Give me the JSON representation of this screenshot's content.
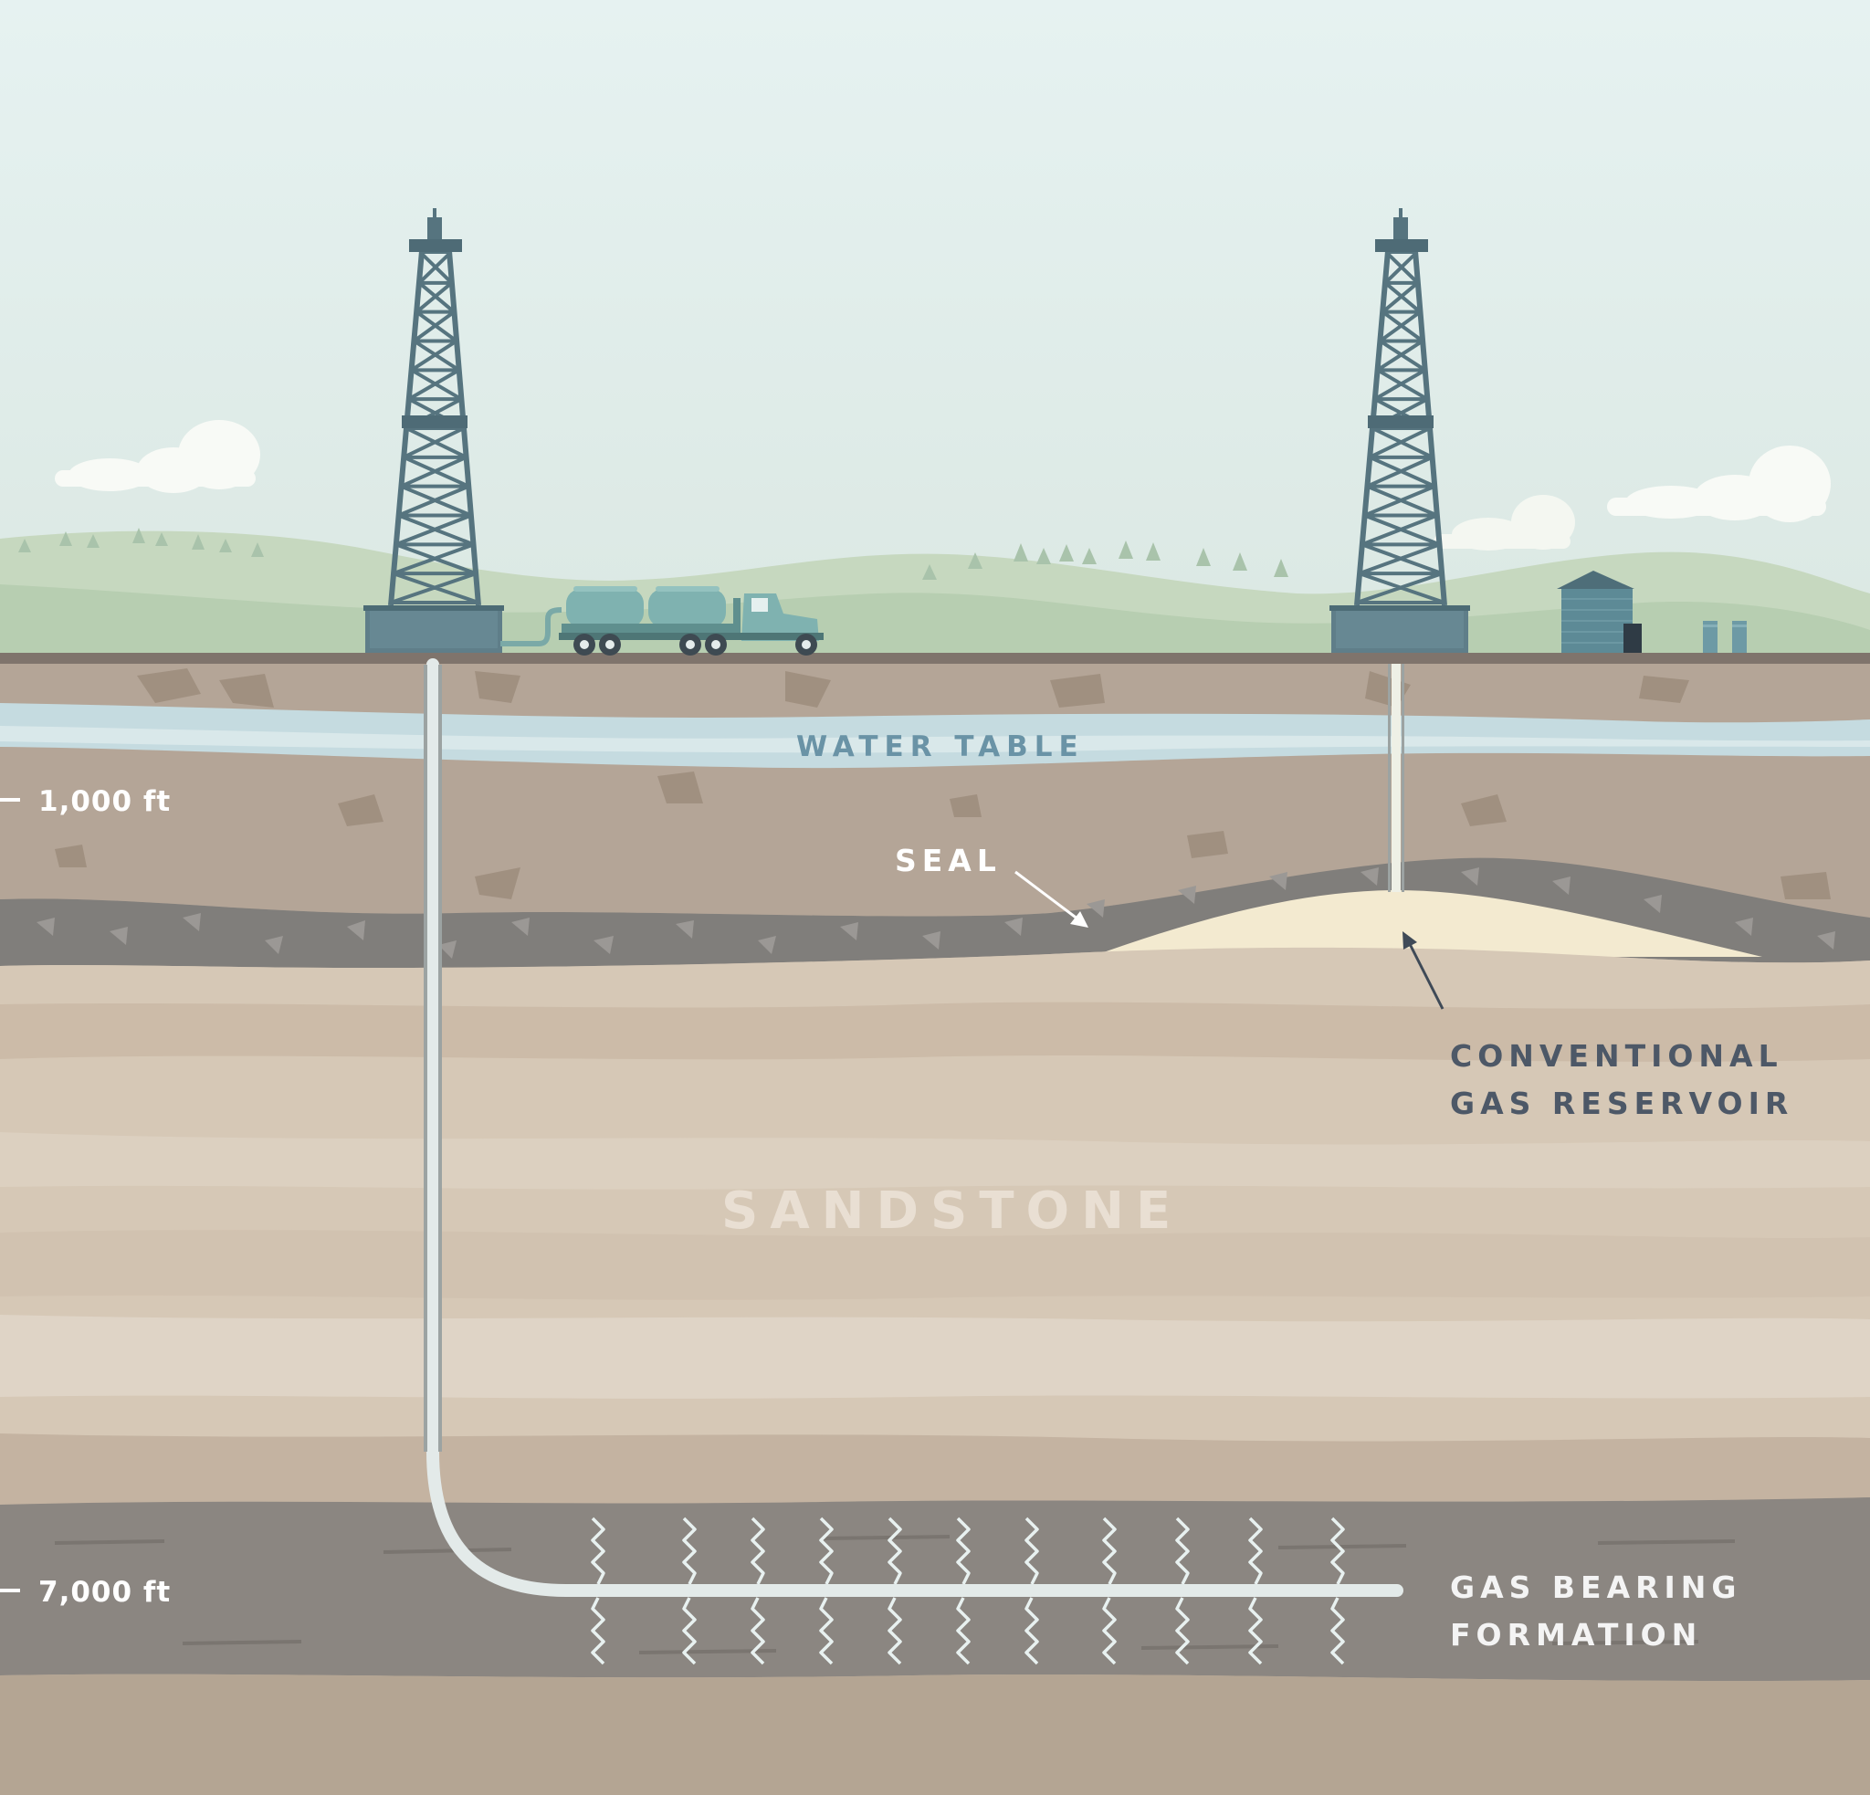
{
  "labels": {
    "water_table": "WATER TABLE",
    "seal": "SEAL",
    "conventional_line1": "CONVENTIONAL",
    "conventional_line2": "GAS RESERVOIR",
    "sandstone": "SANDSTONE",
    "gas_bearing_line1": "GAS BEARING",
    "gas_bearing_line2": "FORMATION"
  },
  "depth_markers": {
    "upper": "1,000 ft",
    "lower": "7,000 ft"
  },
  "colors": {
    "sky_top": "#e3f0ef",
    "sky_bottom": "#dde9e6",
    "hills": "#b9cfb4",
    "topsoil": "#b4a597",
    "water_table": "#c5dbe0",
    "seal_rock": "#7f7d7a",
    "reservoir": "#f3ead0",
    "sandstone": "#d6c7b5",
    "gas_formation": "#8a8580",
    "rig": "#587b86",
    "truck": "#7fb2b0",
    "pipe": "#e6eceb"
  }
}
